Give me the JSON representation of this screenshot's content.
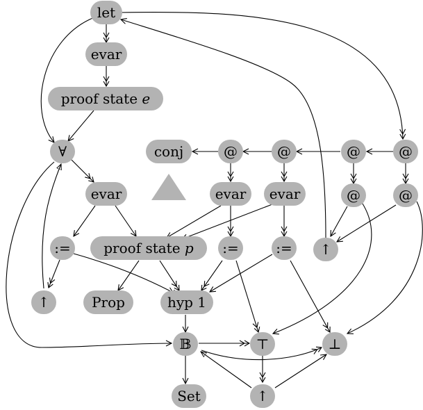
{
  "nodes": {
    "let": "let",
    "evar_top": "evar",
    "proof_state_e_prefix": "proof state",
    "proof_state_e_var": "e",
    "forall": "∀",
    "conj": "conj",
    "at1": "@",
    "at2": "@",
    "at3": "@",
    "at4": "@",
    "evar_mid": "evar",
    "evar_a": "evar",
    "evar_b": "evar",
    "at3_sub": "@",
    "at4_sub": "@",
    "assign_left": ":=",
    "proof_state_p_prefix": "proof state",
    "proof_state_p_var": "p",
    "assign_a": ":=",
    "assign_b": ":=",
    "up_right": "↑",
    "up_left": "↑",
    "prop": "Prop",
    "hyp1": "hyp 1",
    "bool": "𝔹",
    "top": "⊤",
    "bot": "⊥",
    "set": "Set",
    "up_bottom": "↑"
  },
  "colors": {
    "node_fill": "#b3b3b3",
    "edge": "#000000",
    "background": "#ffffff"
  }
}
